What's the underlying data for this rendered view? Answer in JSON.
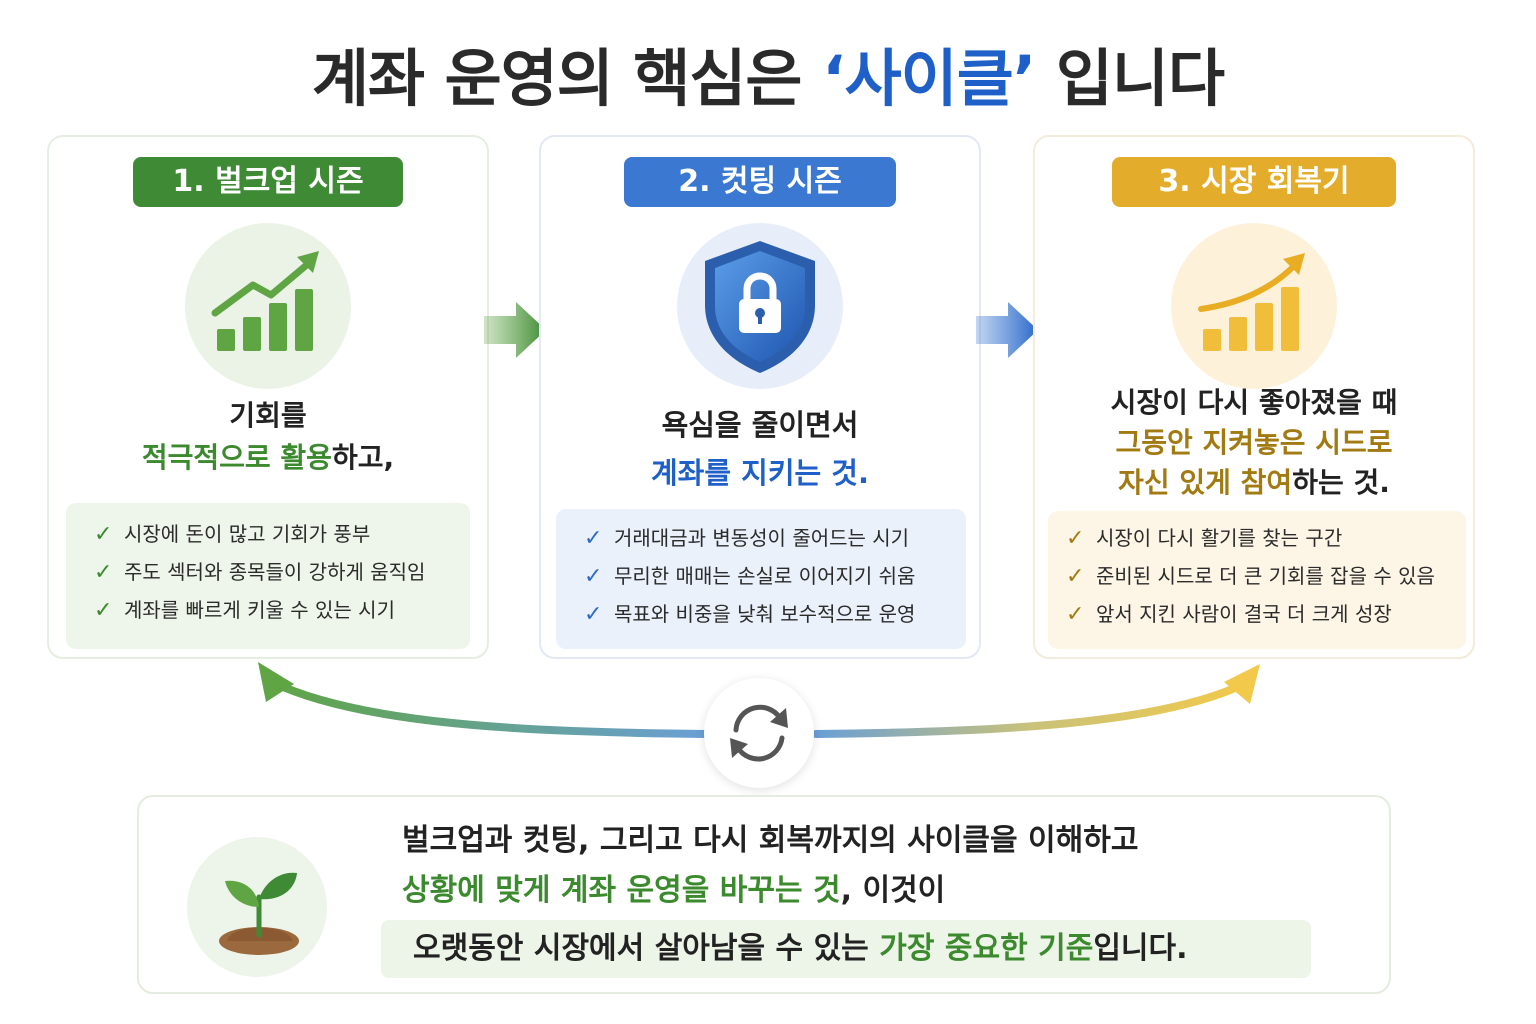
{
  "title": {
    "before": "계좌 운영의 핵심은 ",
    "highlight": "‘사이클’",
    "after": " 입니다"
  },
  "cards": [
    {
      "label": "1. 벌크업 시즌",
      "icon": "growth-chart-icon",
      "desc_line1": "기회를",
      "desc_line2_hl": "적극적으로 활용",
      "desc_line2_rest": "하고,",
      "checks": [
        "시장에 돈이 많고 기회가 풍부",
        "주도 섹터와 종목들이 강하게 움직임",
        "계좌를 빠르게 키울 수 있는 시기"
      ]
    },
    {
      "label": "2. 컷팅 시즌",
      "icon": "shield-lock-icon",
      "desc_line1": "욕심을 줄이면서",
      "desc_line2_hl": "계좌를 지키는 것.",
      "checks": [
        "거래대금과 변동성이 줄어드는 시기",
        "무리한 매매는 손실로 이어지기 쉬움",
        "목표와 비중을 낮춰 보수적으로 운영"
      ]
    },
    {
      "label": "3. 시장 회복기",
      "icon": "recovery-chart-icon",
      "desc_line1": "시장이 다시 좋아졌을 때",
      "desc_line2_hl": "그동안 지켜놓은 시드로",
      "desc_line3_hl": "자신 있게 참여",
      "desc_line3_rest": "하는 것.",
      "checks": [
        "시장이 다시 활기를 찾는 구간",
        "준비된 시드로 더 큰 기회를 잡을 수 있음",
        "앞서 지킨 사람이 결국 더 크게 성장"
      ]
    }
  ],
  "bottom": {
    "line1": "벌크업과 컷팅, 그리고 다시 회복까지의 사이클을 이해하고",
    "line2_hl": "상황에 맞게 계좌 운영을 바꾸는 것",
    "line2_rest": ", 이것이",
    "box_before": "오랫동안 시장에서 살아남을 수 있는 ",
    "box_hl": "가장 중요한 기준",
    "box_after": "입니다."
  },
  "colors": {
    "green": "#3e8a35",
    "blue": "#3a78d2",
    "yellow": "#e3ac2a",
    "title_highlight": "#1f5fc8"
  }
}
